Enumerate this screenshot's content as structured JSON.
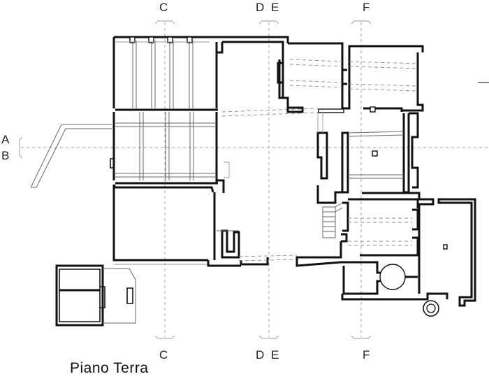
{
  "drawing": {
    "title": "Piano Terra"
  },
  "section_marks": {
    "C": "C",
    "D": "D",
    "E": "E",
    "F": "F",
    "A": "A",
    "B": "B"
  }
}
